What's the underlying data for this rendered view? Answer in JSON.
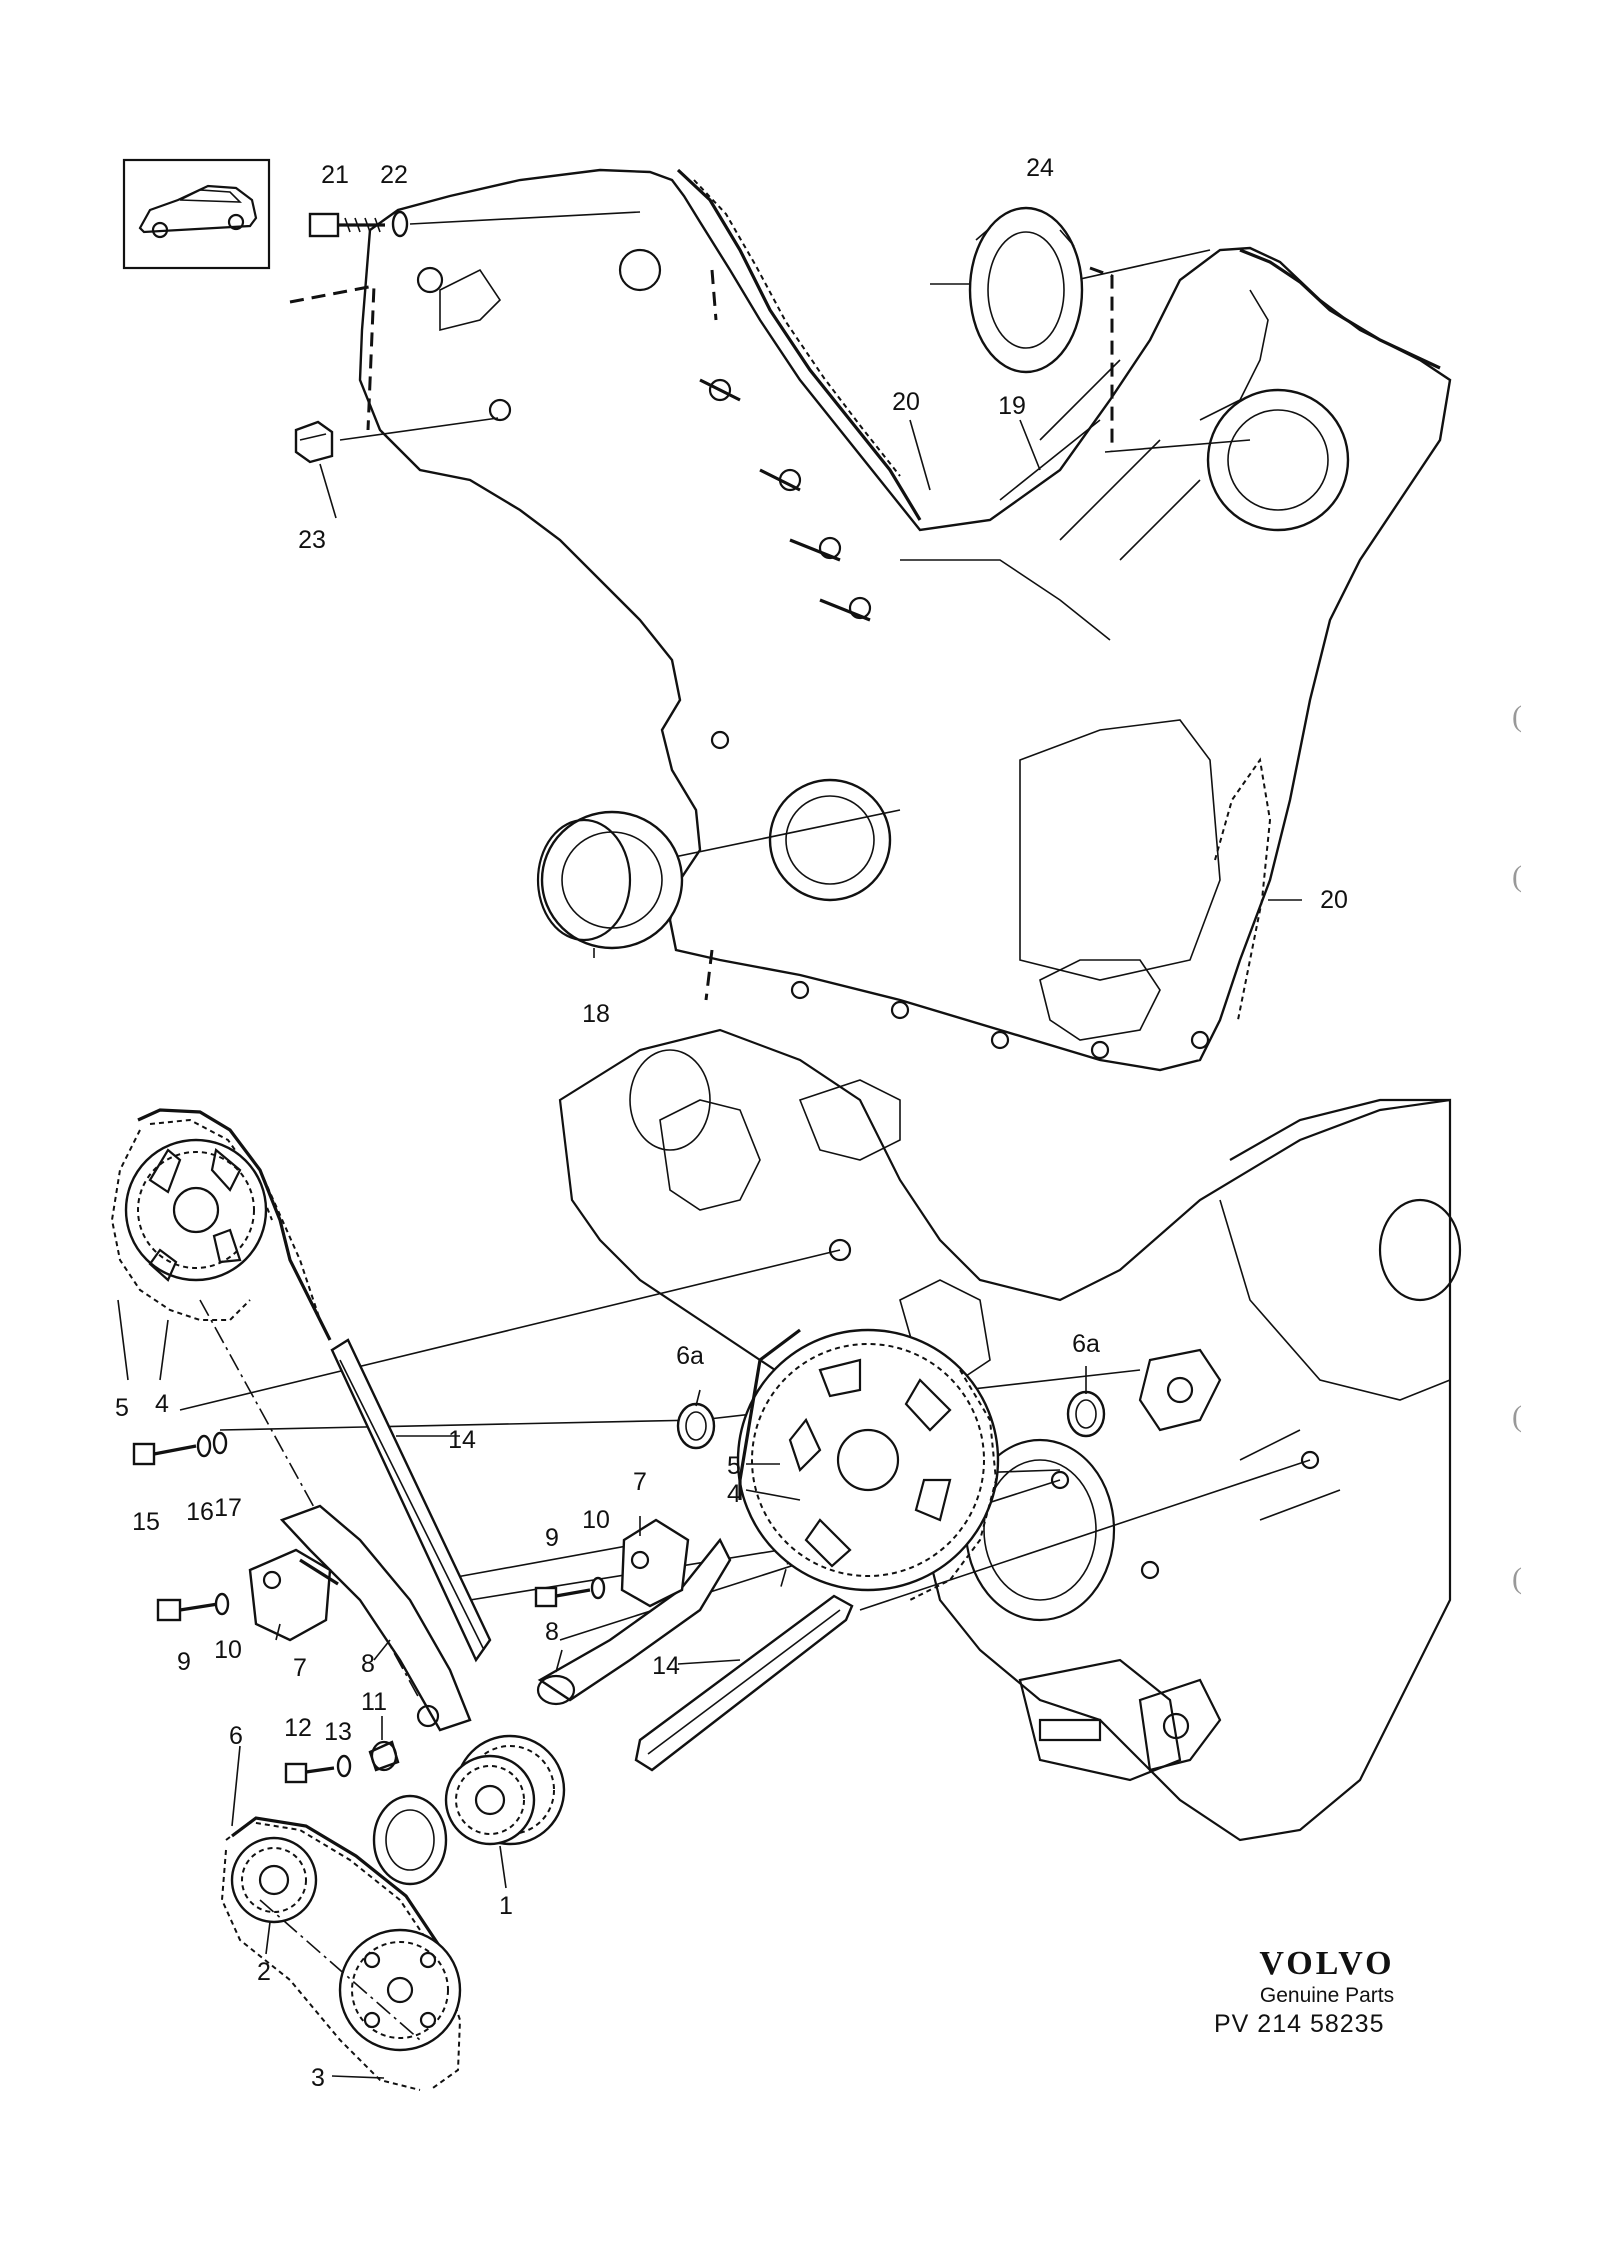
{
  "callouts": {
    "c1": "1",
    "c2": "2",
    "c3": "3",
    "c4a": "4",
    "c4b": "4",
    "c5a": "5",
    "c5b": "5",
    "c6": "6",
    "c6a_left": "6a",
    "c6a_right": "6a",
    "c7a": "7",
    "c7b": "7",
    "c8a": "8",
    "c8b": "8",
    "c9a": "9",
    "c9b": "9",
    "c10a": "10",
    "c10b": "10",
    "c11": "11",
    "c12": "12",
    "c13": "13",
    "c14a": "14",
    "c14b": "14",
    "c15": "15",
    "c16": "16",
    "c17": "17",
    "c18": "18",
    "c19": "19",
    "c20a": "20",
    "c20b": "20",
    "c21": "21",
    "c22": "22",
    "c23": "23",
    "c24": "24"
  },
  "brand": {
    "name": "VOLVO",
    "tagline": "Genuine Parts",
    "reference": "PV 214 58235"
  },
  "margin_marks": [
    "(",
    "(",
    "(",
    "("
  ]
}
